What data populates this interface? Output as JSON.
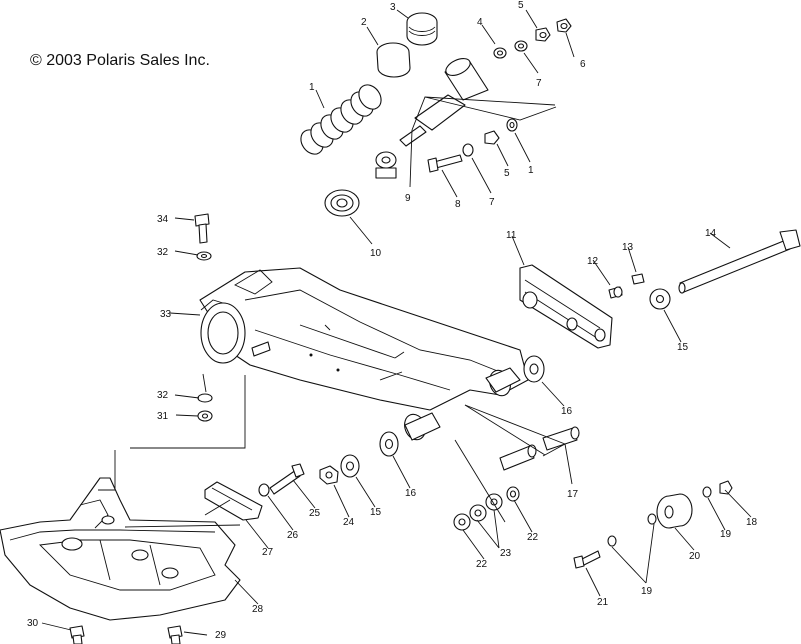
{
  "copyright": "© 2003 Polaris Sales Inc.",
  "callouts": [
    "1",
    "2",
    "3",
    "4",
    "5",
    "6",
    "7",
    "1",
    "5",
    "7",
    "8",
    "9",
    "10",
    "11",
    "12",
    "13",
    "14",
    "15",
    "16",
    "32",
    "33",
    "34",
    "32",
    "31",
    "16",
    "15",
    "24",
    "25",
    "26",
    "27",
    "28",
    "17",
    "22",
    "23",
    "22",
    "18",
    "19",
    "20",
    "19",
    "21",
    "29",
    "30"
  ]
}
